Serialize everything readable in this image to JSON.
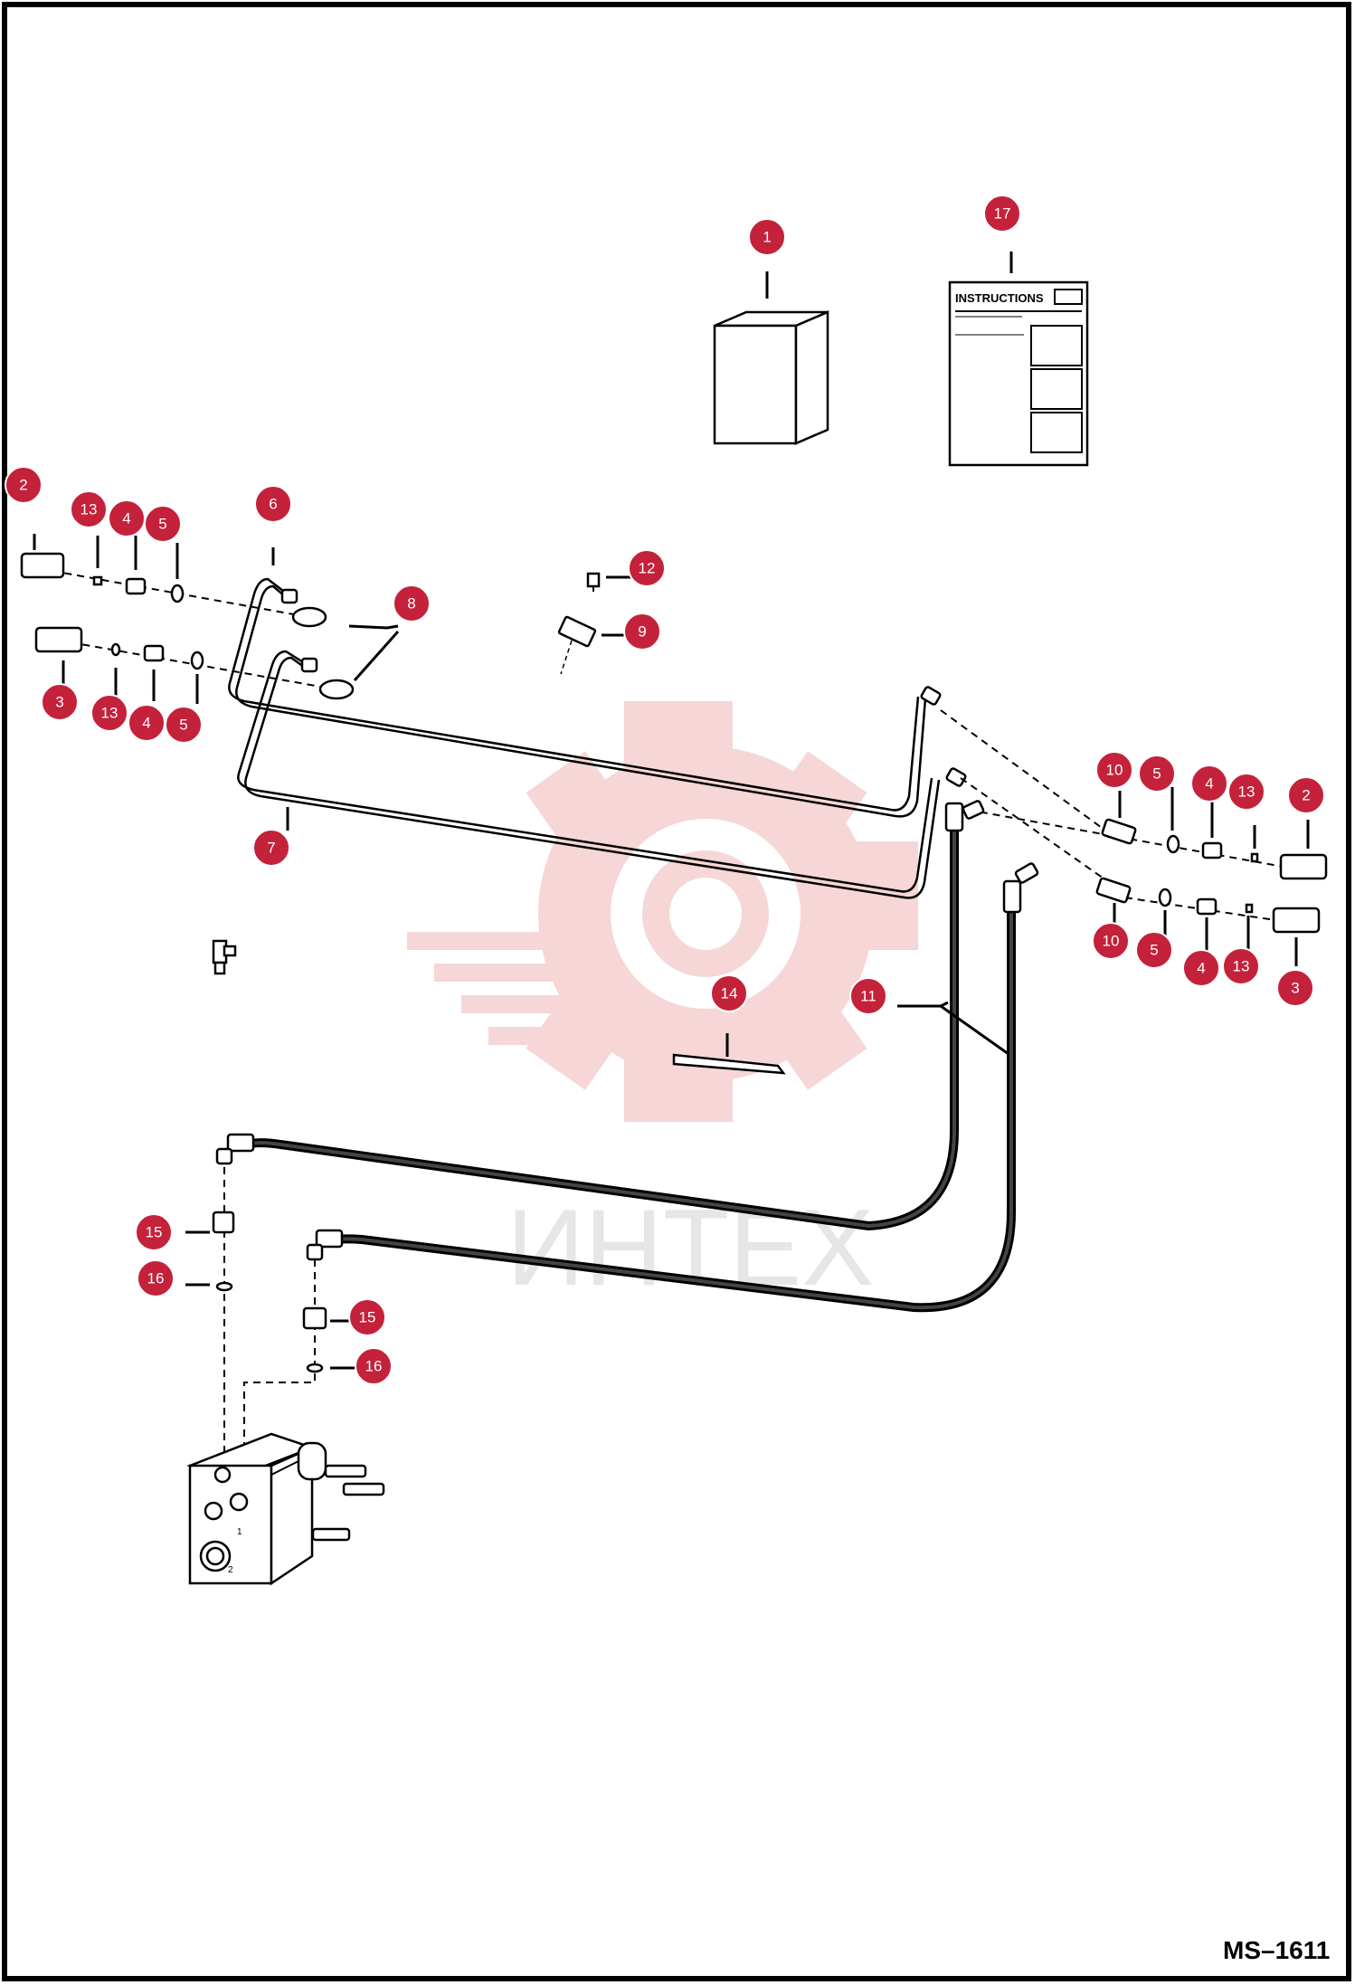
{
  "drawing": {
    "code": "MS–1611",
    "instructions_title": "INSTRUCTIONS",
    "watermark_text": "ИНТЕХ",
    "port_labels": [
      "1",
      "2"
    ]
  },
  "callouts": {
    "c1": "1",
    "c17": "17",
    "c2a": "2",
    "c13a": "13",
    "c4a": "4",
    "c5a": "5",
    "c6": "6",
    "c8": "8",
    "c12": "12",
    "c9": "9",
    "c3a": "3",
    "c13b": "13",
    "c4b": "4",
    "c5b": "5",
    "c7": "7",
    "c10a": "10",
    "c5c": "5",
    "c4c": "4",
    "c13c": "13",
    "c2b": "2",
    "c10b": "10",
    "c5d": "5",
    "c4d": "4",
    "c13d": "13",
    "c3b": "3",
    "c14": "14",
    "c11": "11",
    "c15a": "15",
    "c16a": "16",
    "c15b": "15",
    "c16b": "16"
  },
  "colors": {
    "callout": "#c4213a",
    "watermark": "#f4c9c9"
  }
}
